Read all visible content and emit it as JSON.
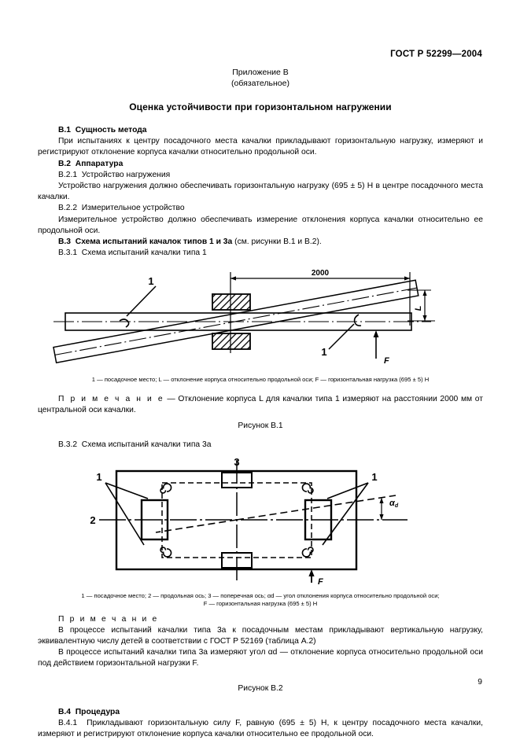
{
  "header": {
    "standard": "ГОСТ Р 52299—2004"
  },
  "annex": {
    "title": "Приложение В",
    "subtitle": "(обязательное)",
    "heading": "Оценка устойчивости при горизонтальном нагружении"
  },
  "sections": {
    "b1": {
      "number": "В.1",
      "title": "Сущность метода",
      "body": "При испытаниях к центру посадочного места качалки прикладывают горизонтальную нагрузку, измеряют и регистрируют отклонение корпуса качалки относительно продольной оси."
    },
    "b2": {
      "number": "В.2",
      "title": "Аппаратура",
      "sub1_number": "В.2.1",
      "sub1_title": "Устройство нагружения",
      "sub1_body": "Устройство нагружения должно обеспечивать горизонтальную нагрузку (695 ± 5) Н в центре посадочного места качалки.",
      "sub2_number": "В.2.2",
      "sub2_title": "Измерительное устройство",
      "sub2_body": "Измерительное устройство должно обеспечивать измерение отклонения корпуса качалки относительно ее продольной оси."
    },
    "b3": {
      "number": "В.3",
      "title": "Схема испытаний качалок типов 1 и 3а",
      "title_tail": "(см. рисунки В.1 и В.2).",
      "sub1_number": "В.3.1",
      "sub1_title": "Схема испытаний качалки типа 1",
      "sub2_number": "В.3.2",
      "sub2_title": "Схема испытаний качалки типа 3а"
    },
    "b4": {
      "number": "В.4",
      "title": "Процедура",
      "sub1_number": "В.4.1",
      "sub1_body": "Прикладывают горизонтальную силу F, равную (695 ± 5) Н, к центру посадочного места качалки, измеряют и регистрируют отклонение корпуса качалки относительно ее продольной оси."
    }
  },
  "figure1": {
    "labels": {
      "dimension": "2000",
      "deflection": "L",
      "force": "F",
      "callout": "1"
    },
    "legend": "1 — посадочное место; L — отклонение корпуса относительно продольной оси; F — горизонтальная нагрузка (695 ± 5) Н",
    "note_label": "П р и м е ч а н и е",
    "note_text": " — Отклонение корпуса L для качалки типа 1 измеряют на расстоянии 2000 мм от центральной оси качалки.",
    "caption": "Рисунок В.1"
  },
  "figure2": {
    "labels": {
      "seat": "1",
      "longitudinal_axis": "2",
      "transverse_axis": "3",
      "angle": "αd",
      "force": "F"
    },
    "legend_line1": "1 — посадочное место; 2 — продольная ось; 3 — поперечная ось; αd — угол отклонения корпуса относительно продольной оси;",
    "legend_line2": "F — горизонтальная нагрузка (695 ± 5) Н",
    "note_label": "П р и м е ч а н и е",
    "note_text1": "В процессе испытаний качалки типа 3а к посадочным местам прикладывают вертикальную нагрузку, эквивалентную числу детей в соответствии с ГОСТ Р 52169 (таблица А.2)",
    "note_text2": "В процессе испытаний качалки типа 3а измеряют угол αd — отклонение корпуса относительно продольной оси под действием горизонтальной нагрузки F.",
    "caption": "Рисунок В.2"
  },
  "footer": {
    "page_number": "9"
  }
}
